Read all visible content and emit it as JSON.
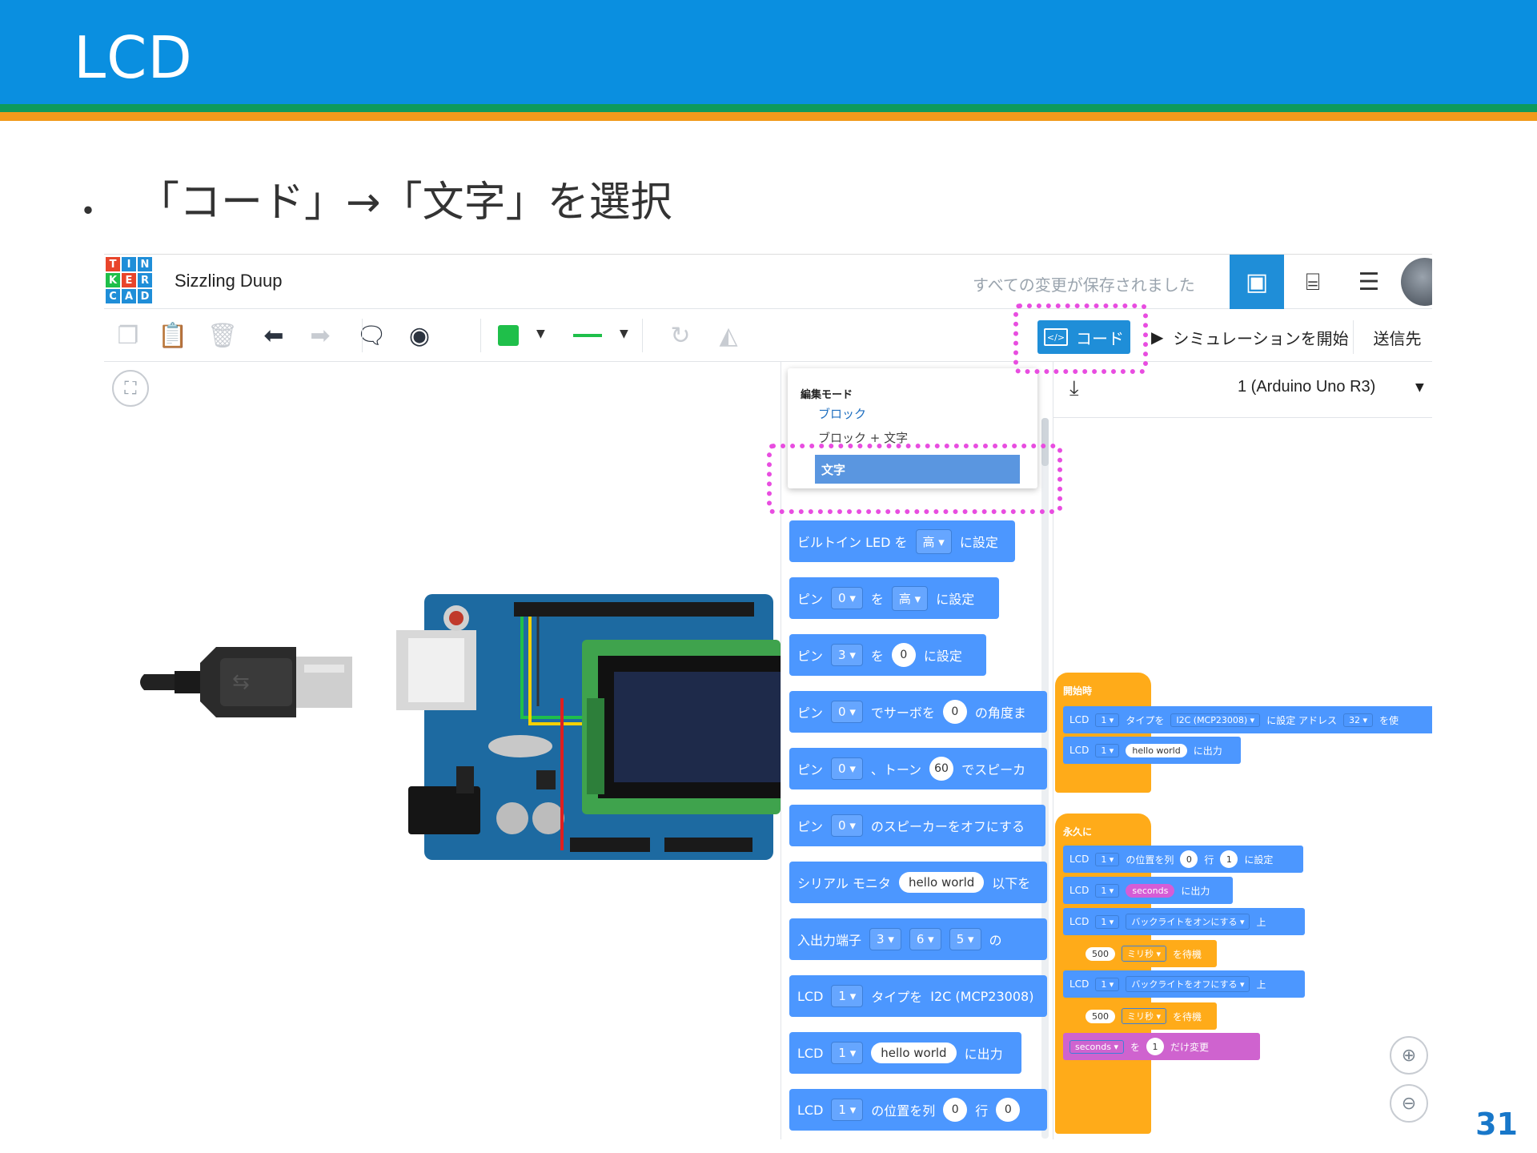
{
  "slide": {
    "title": "LCD",
    "bullet_mark": "・",
    "bullet_text": "「コード」→「文字」を選択",
    "page_number": "31"
  },
  "app": {
    "logo_letters": [
      "T",
      "I",
      "N",
      "K",
      "E",
      "R",
      "C",
      "A",
      "D"
    ],
    "logo_colors": [
      "#e8452b",
      "#1f8ed8",
      "#1f8ed8",
      "#1fbf4a",
      "#e8452b",
      "#1f8ed8",
      "#1f8ed8",
      "#1f8ed8",
      "#1f8ed8"
    ],
    "project_name": "Sizzling Duup",
    "saved_status": "すべての変更が保存されました",
    "view_buttons": [
      {
        "icon": "circuit-view-icon",
        "glyph": "▣",
        "active": true
      },
      {
        "icon": "schematic-view-icon",
        "glyph": "⌸",
        "active": false
      },
      {
        "icon": "component-list-icon",
        "glyph": "☰",
        "active": false
      }
    ],
    "toolbar": {
      "icons": [
        {
          "name": "copy-icon",
          "glyph": "❐",
          "dark": false
        },
        {
          "name": "paste-icon",
          "glyph": "📋",
          "dark": false
        },
        {
          "name": "delete-icon",
          "glyph": "🗑",
          "dark": false
        },
        {
          "name": "undo-icon",
          "glyph": "⬅",
          "dark": true
        },
        {
          "name": "redo-icon",
          "glyph": "➡",
          "dark": false
        },
        {
          "name": "notes-icon",
          "glyph": "🗨",
          "dark": true
        },
        {
          "name": "annotation-icon",
          "glyph": "◉",
          "dark": true
        },
        {
          "name": "rotate-icon",
          "glyph": "↻",
          "dark": false
        },
        {
          "name": "mirror-icon",
          "glyph": "◭",
          "dark": false
        }
      ],
      "code_button": "コード",
      "simulate_button": "シミュレーションを開始",
      "send_button": "送信先"
    },
    "code_panel": {
      "dropdown": {
        "heading": "編集モード",
        "items": [
          "ブロック",
          "ブロック + 文字"
        ],
        "selected": "文字"
      },
      "palette_blocks": [
        {
          "parts": [
            {
              "t": "text",
              "v": "ビルトイン LED を"
            },
            {
              "t": "dd",
              "v": "高 ▾"
            },
            {
              "t": "text",
              "v": "に設定"
            }
          ]
        },
        {
          "parts": [
            {
              "t": "text",
              "v": "ピン"
            },
            {
              "t": "dd",
              "v": "0 ▾"
            },
            {
              "t": "text",
              "v": "を"
            },
            {
              "t": "dd",
              "v": "高 ▾"
            },
            {
              "t": "text",
              "v": "に設定"
            }
          ]
        },
        {
          "parts": [
            {
              "t": "text",
              "v": "ピン"
            },
            {
              "t": "dd",
              "v": "3 ▾"
            },
            {
              "t": "text",
              "v": "を"
            },
            {
              "t": "num",
              "v": "0"
            },
            {
              "t": "text",
              "v": "に設定"
            }
          ]
        },
        {
          "parts": [
            {
              "t": "text",
              "v": "ピン"
            },
            {
              "t": "dd",
              "v": "0 ▾"
            },
            {
              "t": "text",
              "v": "でサーボを"
            },
            {
              "t": "num",
              "v": "0"
            },
            {
              "t": "text",
              "v": "の角度ま"
            }
          ]
        },
        {
          "parts": [
            {
              "t": "text",
              "v": "ピン"
            },
            {
              "t": "dd",
              "v": "0 ▾"
            },
            {
              "t": "text",
              "v": "、トーン"
            },
            {
              "t": "num",
              "v": "60"
            },
            {
              "t": "text",
              "v": "でスピーカ"
            }
          ]
        },
        {
          "parts": [
            {
              "t": "text",
              "v": "ピン"
            },
            {
              "t": "dd",
              "v": "0 ▾"
            },
            {
              "t": "text",
              "v": "のスピーカーをオフにする"
            }
          ]
        },
        {
          "parts": [
            {
              "t": "text",
              "v": "シリアル モニタ"
            },
            {
              "t": "pill",
              "v": "hello world"
            },
            {
              "t": "text",
              "v": "以下を"
            }
          ]
        },
        {
          "parts": [
            {
              "t": "text",
              "v": "入出力端子"
            },
            {
              "t": "dd",
              "v": "3 ▾"
            },
            {
              "t": "dd",
              "v": "6 ▾"
            },
            {
              "t": "dd",
              "v": "5 ▾"
            },
            {
              "t": "text",
              "v": "の"
            }
          ]
        },
        {
          "parts": [
            {
              "t": "text",
              "v": "LCD"
            },
            {
              "t": "dd",
              "v": "1 ▾"
            },
            {
              "t": "text",
              "v": "タイプを"
            },
            {
              "t": "text",
              "v": "I2C (MCP23008)"
            }
          ]
        },
        {
          "parts": [
            {
              "t": "text",
              "v": "LCD"
            },
            {
              "t": "dd",
              "v": "1 ▾"
            },
            {
              "t": "pill",
              "v": "hello world"
            },
            {
              "t": "text",
              "v": "に出力"
            }
          ]
        },
        {
          "parts": [
            {
              "t": "text",
              "v": "LCD"
            },
            {
              "t": "dd",
              "v": "1 ▾"
            },
            {
              "t": "text",
              "v": "の位置を列"
            },
            {
              "t": "num",
              "v": "0"
            },
            {
              "t": "text",
              "v": "行"
            },
            {
              "t": "num",
              "v": "0"
            }
          ]
        }
      ],
      "device_selector": "1 (Arduino Uno R3)",
      "workspace": {
        "hat_start": "開始時",
        "hat_forever": "永久に",
        "start_blocks": [
          {
            "parts": [
              {
                "t": "text",
                "v": "LCD"
              },
              {
                "t": "dd",
                "v": "1 ▾"
              },
              {
                "t": "text",
                "v": "タイプを"
              },
              {
                "t": "dd",
                "v": "I2C (MCP23008) ▾"
              },
              {
                "t": "text",
                "v": "に設定 アドレス"
              },
              {
                "t": "dd",
                "v": "32 ▾"
              },
              {
                "t": "text",
                "v": "を使"
              }
            ]
          },
          {
            "parts": [
              {
                "t": "text",
                "v": "LCD"
              },
              {
                "t": "dd",
                "v": "1 ▾"
              },
              {
                "t": "pill",
                "v": "hello world"
              },
              {
                "t": "text",
                "v": "に出力"
              }
            ]
          }
        ],
        "forever_blocks": [
          {
            "parts": [
              {
                "t": "text",
                "v": "LCD"
              },
              {
                "t": "dd",
                "v": "1 ▾"
              },
              {
                "t": "text",
                "v": "の位置を列"
              },
              {
                "t": "num",
                "v": "0"
              },
              {
                "t": "text",
                "v": "行"
              },
              {
                "t": "num",
                "v": "1"
              },
              {
                "t": "text",
                "v": "に設定"
              }
            ]
          },
          {
            "parts": [
              {
                "t": "text",
                "v": "LCD"
              },
              {
                "t": "dd",
                "v": "1 ▾"
              },
              {
                "t": "pillm",
                "v": "seconds"
              },
              {
                "t": "text",
                "v": "に出力"
              }
            ]
          },
          {
            "parts": [
              {
                "t": "text",
                "v": "LCD"
              },
              {
                "t": "dd",
                "v": "1 ▾"
              },
              {
                "t": "dd",
                "v": "バックライトをオンにする ▾"
              },
              {
                "t": "text",
                "v": "上"
              }
            ]
          },
          {
            "parts": [
              {
                "t": "pill",
                "v": "500"
              },
              {
                "t": "dd",
                "v": "ミリ秒 ▾"
              },
              {
                "t": "text",
                "v": "を待機"
              }
            ],
            "style": "orange-sub"
          },
          {
            "parts": [
              {
                "t": "text",
                "v": "LCD"
              },
              {
                "t": "dd",
                "v": "1 ▾"
              },
              {
                "t": "dd",
                "v": "バックライトをオフにする ▾"
              },
              {
                "t": "text",
                "v": "上"
              }
            ]
          },
          {
            "parts": [
              {
                "t": "pill",
                "v": "500"
              },
              {
                "t": "dd",
                "v": "ミリ秒 ▾"
              },
              {
                "t": "text",
                "v": "を待機"
              }
            ],
            "style": "orange-sub"
          },
          {
            "parts": [
              {
                "t": "dd",
                "v": "seconds ▾"
              },
              {
                "t": "text",
                "v": "を"
              },
              {
                "t": "num",
                "v": "1"
              },
              {
                "t": "text",
                "v": "だけ変更"
              }
            ],
            "style": "magenta"
          }
        ]
      }
    },
    "colors": {
      "accent": "#1f8ed8",
      "block_blue": "#4c97ff",
      "event_orange": "#ffab19",
      "variable_magenta": "#cf63cf",
      "highlight": "#e84de0"
    }
  }
}
